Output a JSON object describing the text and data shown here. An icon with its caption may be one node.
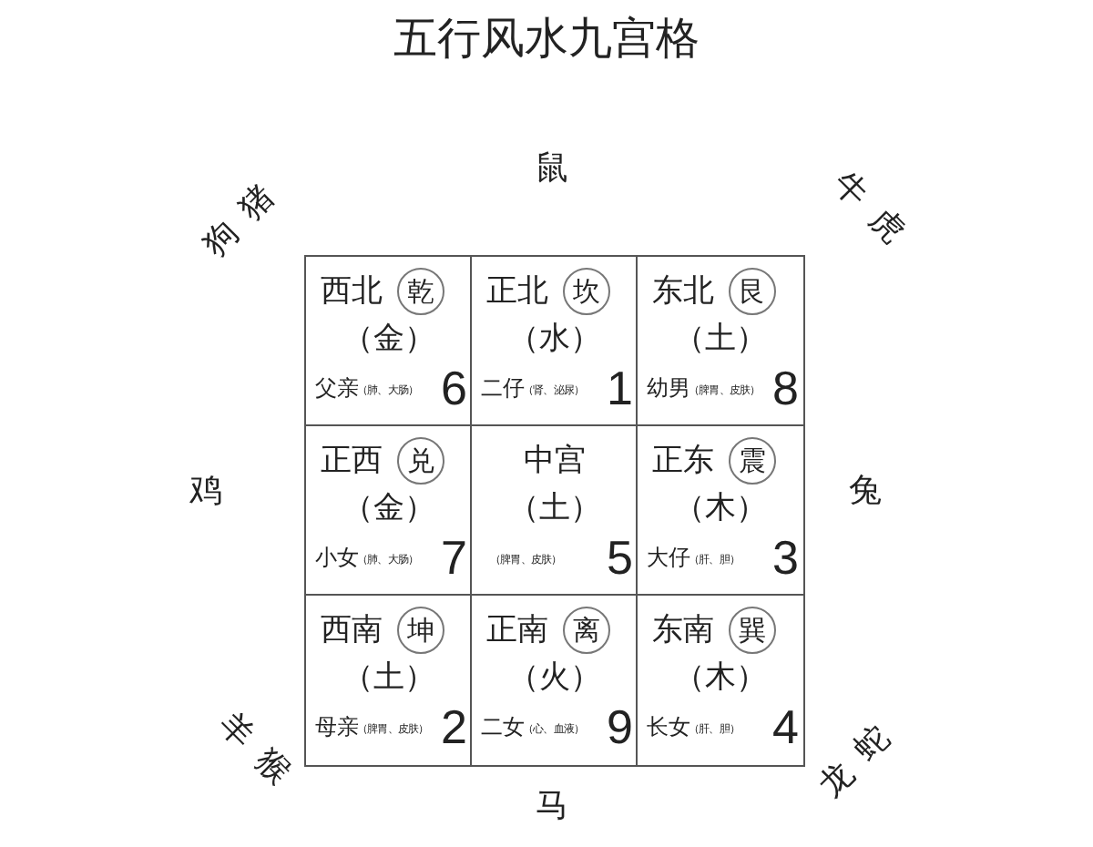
{
  "diagram": {
    "title": "五行风水九宫格",
    "nodes": [
      {
        "text": [
          "西北",
          "（金）",
          "父亲",
          "（肺、大肠）",
          "6"
        ]
      },
      {
        "text": [
          "乾"
        ],
        "in": 0
      },
      {
        "text": [
          "正北",
          "（水）",
          "二仔",
          "（肾、泌尿）",
          "1"
        ]
      },
      {
        "text": [
          "坎"
        ],
        "in": 2
      },
      {
        "text": [
          "东北",
          "（土）",
          "幼男",
          "（脾胃、皮肤）",
          "8"
        ]
      },
      {
        "text": [
          "艮"
        ],
        "in": 4
      },
      {
        "text": [
          "正西",
          "（金）",
          "小女",
          "（肺、大肠）",
          "7"
        ]
      },
      {
        "text": [
          "兑"
        ],
        "in": 6
      },
      {
        "text": [
          "中宫",
          "（土）",
          "（脾胃、皮肤）",
          "5"
        ]
      },
      {
        "text": [
          "正东",
          "（木）",
          "大仔",
          "（肝、胆）",
          "3"
        ]
      },
      {
        "text": [
          "震"
        ],
        "in": 9
      },
      {
        "text": [
          "西南",
          "（土）",
          "母亲",
          "（脾胃、皮肤）",
          "2"
        ]
      },
      {
        "text": [
          "坤"
        ],
        "in": 11
      },
      {
        "text": [
          "正南",
          "（火）",
          "二女",
          "（心、血液）",
          "9"
        ]
      },
      {
        "text": [
          "离"
        ],
        "in": 13
      },
      {
        "text": [
          "东南",
          "（木）",
          "长女",
          "（肝、胆）",
          "4"
        ]
      },
      {
        "text": [
          "巽"
        ],
        "in": 15
      }
    ],
    "labels": [
      "鼠",
      "狗猪",
      "牛虎",
      "鸡",
      "兔",
      "羊猴",
      "龙蛇",
      "马"
    ]
  }
}
